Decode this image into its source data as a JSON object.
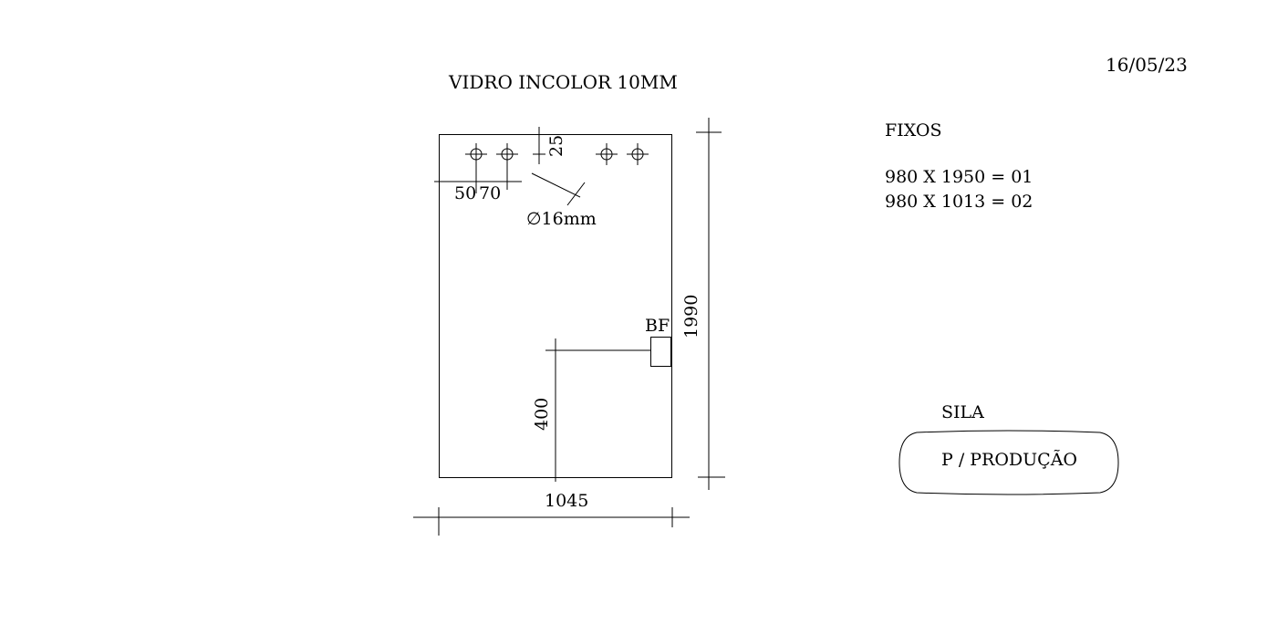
{
  "date": "16/05/23",
  "title": "VIDRO INCOLOR 10MM",
  "dimensions": {
    "width": "1045",
    "height": "1990",
    "hole_offset_top": "25",
    "hole_offset_1": "50",
    "hole_offset_2": "70",
    "hole_diameter": "∅16mm",
    "fitting_label": "BF",
    "fitting_height": "400"
  },
  "fixos": {
    "heading": "FIXOS",
    "lines": [
      "980 X 1950 = 01",
      "980 X 1013 = 02"
    ]
  },
  "sila": {
    "label": "SILA",
    "stamp": "P / PRODUÇÃO"
  }
}
